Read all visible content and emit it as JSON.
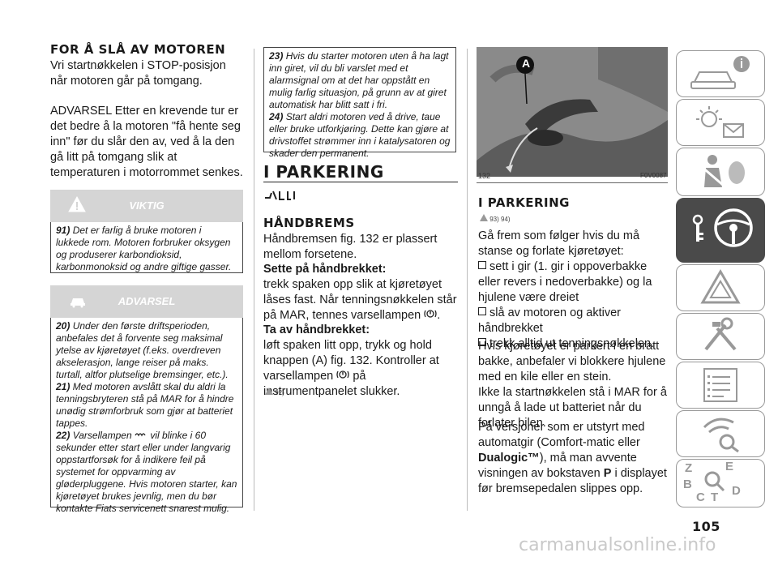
{
  "col1": {
    "heading": "FOR Å SLÅ AV MOTOREN",
    "p1": "Vri startnøkkelen i STOP-posisjon når motoren går på tomgang.",
    "p2": "ADVARSEL Etter en krevende tur er det bedre å la motoren \"få hente seg inn\" før du slår den av, ved å la den gå litt på tomgang slik at temperaturen i motorrommet senkes.",
    "warn1": {
      "title": "VIKTIG",
      "num": "91)",
      "text": "Det er farlig å bruke motoren i lukkede rom. Motoren forbruker oksygen og produserer karbondioksid, karbonmonoksid og andre giftige gasser."
    },
    "warn2": {
      "title": "ADVARSEL",
      "items": [
        {
          "num": "20)",
          "text": "Under den første driftsperioden, anbefales det å forvente seg maksimal ytelse av kjøretøyet (f.eks. overdreven akselerasjon, lange reiser på maks. turtall, altfor plutselige bremsinger, etc.)."
        },
        {
          "num": "21)",
          "text": "Med motoren avslått skal du aldri la tenningsbryteren stå på MAR for å hindre unødig strømforbruk som gjør at batteriet tappes."
        },
        {
          "num": "22)",
          "text_a": "Varsellampen",
          "text_b": "vil blinke i 60 sekunder etter start eller under langvarig oppstartforsøk for å indikere feil på systemet for oppvarming av gløderpluggene. Hvis motoren starter, kan kjøretøyet brukes jevnlig, men du bør kontakte Fiats servicenett snarest mulig."
        }
      ]
    }
  },
  "col2": {
    "box": [
      {
        "num": "23)",
        "text": "Hvis du starter motoren uten å ha lagt inn giret, vil du bli varslet med et alarmsignal om at det har oppstått en mulig farlig situasjon, på grunn av at giret automatisk har blitt satt i fri."
      },
      {
        "num": "24)",
        "text": "Start aldri motoren ved å drive, taue eller bruke utforkjøring. Dette kan gjøre at drivstoffet strømmer inn i katalysatoren og skader den permanent."
      }
    ],
    "section": "I PARKERING",
    "sub": "HÅNDBREMS",
    "p1": "Håndbremsen fig. 132 er plassert mellom forsetene.",
    "h_on": "Sette på håndbrekket:",
    "p_on_a": "trekk spaken opp slik at kjøretøyet låses fast. Når tenningsnøkkelen står på MAR, tennes varsellampen",
    "p_on_b": ".",
    "h_off": "Ta av håndbrekket:",
    "p_off_a": "løft spaken litt opp, trykk og hold knappen (A) fig. 132. Kontroller at varsellampen",
    "p_off_b": "på instrumentpanelet slukker.",
    "ref": "92)"
  },
  "col3": {
    "fig_label": "A",
    "fig_num": "132",
    "fig_code": "F0V0087",
    "heading": "I PARKERING",
    "refs": "93) 94)",
    "intro": "Gå frem som følger hvis du må stanse og forlate kjøretøyet:",
    "bullets": [
      "sett i gir (1. gir i oppoverbakke eller revers i nedoverbakke) og la hjulene være dreiet",
      "slå av motoren og aktiver håndbrekket",
      "trekk alltid ut tenningsnøkkelen."
    ],
    "p2": "Hvis kjøretøyet er parkert i en bratt bakke, anbefaler vi blokkere hjulene med en kile eller en stein.",
    "p3": "Ikke la startnøkkelen stå i MAR for å unngå å lade ut batteriet når du forlater bilen.",
    "p4_a": "På versjoner som er utstyrt med automatgir (Comfort-matic eller",
    "p4_bold": "Dualogic™",
    "p4_b": "), må man avvente visningen av bokstaven",
    "p4_p": "P",
    "p4_c": "i displayet før bremsepedalen slippes opp."
  },
  "sidebar": {
    "tabs": [
      "info-car-icon",
      "warning-lights-icon",
      "safety-icon",
      "key-steering-icon",
      "emergency-icon",
      "tools-icon",
      "specs-icon",
      "multimedia-icon",
      "index-icon"
    ],
    "active_index": 3,
    "index_letters": [
      "Z",
      "E",
      "B",
      "C",
      "T",
      "D"
    ]
  },
  "page_number": "105",
  "watermark": "carmanualsonline.info"
}
